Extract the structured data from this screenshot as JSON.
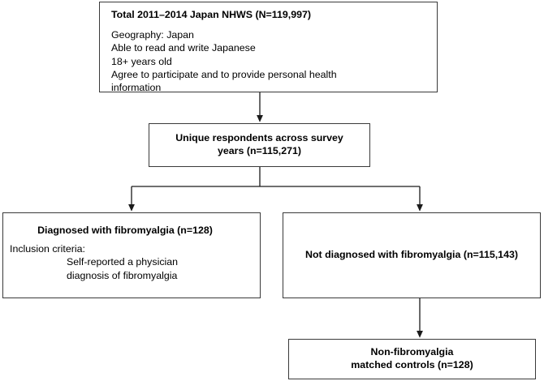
{
  "figure": {
    "type": "flowchart",
    "orientation": "top-down",
    "title": "Study sample selection flow diagram"
  },
  "nodes": {
    "total": {
      "title": "Total 2011–2014  Japan NHWS (N=119,997)",
      "criteria": [
        "Geography: Japan",
        "Able to read and write Japanese",
        "18+ years old",
        "Agree to participate and to provide personal health",
        "information"
      ]
    },
    "unique": {
      "line1": "Unique respondents across survey",
      "line2": "years (n=115,271)"
    },
    "diagnosed": {
      "title": "Diagnosed with fibromyalgia (n=128)",
      "criteria_label": "Inclusion criteria:",
      "criteria_line1": "Self-reported a physician",
      "criteria_line2": "diagnosis of fibromyalgia"
    },
    "not_diagnosed": {
      "title": "Not diagnosed with fibromyalgia (n=115,143)"
    },
    "controls": {
      "line1": "Non-fibromyalgia",
      "line2": "matched controls (n=128)"
    }
  },
  "edges": [
    {
      "id": "total-to-unique",
      "from": "total",
      "to": "unique",
      "label": ""
    },
    {
      "id": "unique-to-diagnosed",
      "from": "unique",
      "to": "diagnosed",
      "label": ""
    },
    {
      "id": "unique-to-not-diagnosed",
      "from": "unique",
      "to": "not_diagnosed",
      "label": ""
    },
    {
      "id": "not-diagnosed-to-controls",
      "from": "not_diagnosed",
      "to": "controls",
      "label": ""
    }
  ],
  "colors": {
    "background": "#ffffff",
    "box_border": "#3a3a3a",
    "text": "#000000",
    "connector": "#1a1a1a"
  }
}
